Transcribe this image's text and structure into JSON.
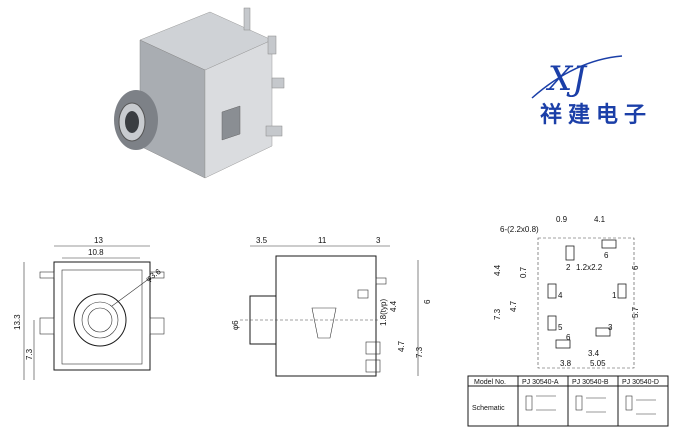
{
  "brand": {
    "logo_letters": "XJ",
    "name_cn": "祥建电子"
  },
  "front_view": {
    "width": "13",
    "inner_width": "10.8",
    "height": "13.3",
    "lower": "7.3",
    "hole": "φ3.6"
  },
  "side_view": {
    "len_front": "3.5",
    "len_body": "11",
    "len_rear": "3",
    "dia": "φ6",
    "h1": "1.8(typ)",
    "h2": "4.4",
    "h3": "6",
    "h4": "4.7",
    "h5": "7.3"
  },
  "footprint": {
    "d1": "0.9",
    "d2": "4.1",
    "d3": "6-(2.2x0.8)",
    "d4": "4.4",
    "d5": "6",
    "d6": "0.7",
    "d7": "1.2x2.2",
    "d8": "4.7",
    "d9": "7.3",
    "d10": "5.7",
    "d11": "3.4",
    "d12": "3.8",
    "d13": "5.05",
    "pins": [
      "2",
      "6",
      "4",
      "5",
      "6",
      "3",
      "1"
    ]
  },
  "table": {
    "head": [
      "Model No.",
      "PJ 30540-A",
      "PJ 30540-B",
      "PJ 30540-D"
    ],
    "row_label": "Schematic"
  }
}
